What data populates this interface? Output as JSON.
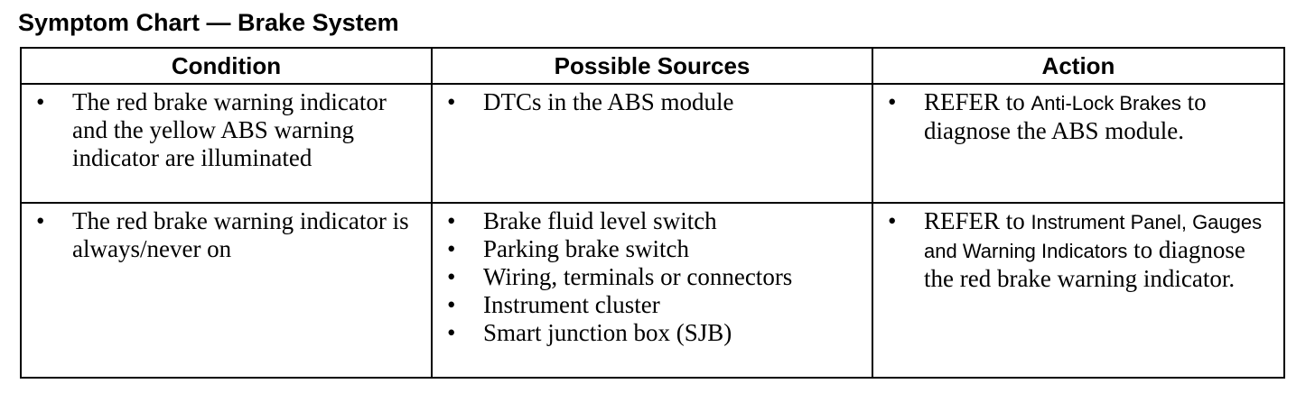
{
  "title": "Symptom Chart — Brake System",
  "bullet": "•",
  "columns": {
    "condition": "Condition",
    "sources": "Possible Sources",
    "action": "Action"
  },
  "rows": [
    {
      "condition": "The red brake warning indicator and the yellow ABS warning indicator are illuminated",
      "sources": [
        "DTCs in the ABS module"
      ],
      "action": {
        "pre": "REFER to",
        "ref": "Anti-Lock Brakes",
        "post": "to diagnose the ABS module."
      }
    },
    {
      "condition": "The red brake warning indicator is always/never on",
      "sources": [
        "Brake fluid level switch",
        "Parking brake switch",
        "Wiring, terminals or connectors",
        "Instrument cluster",
        "Smart junction box (SJB)"
      ],
      "action": {
        "pre": "REFER to",
        "ref": "Instrument Panel, Gauges and Warning Indicators",
        "post": "to diagnose the red brake warning indicator."
      }
    }
  ]
}
